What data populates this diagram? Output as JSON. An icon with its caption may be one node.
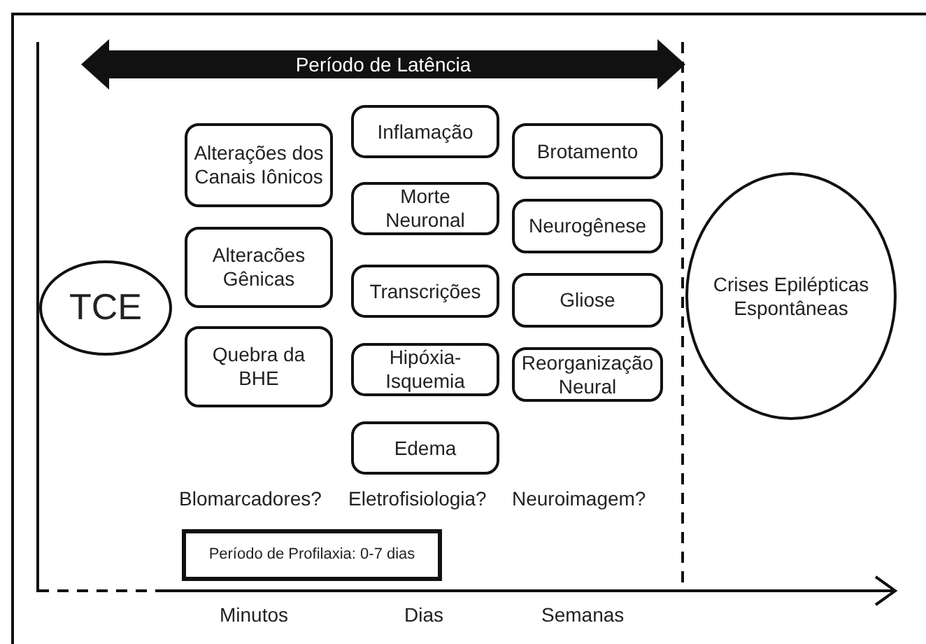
{
  "diagram": {
    "nodes": [
      {
        "text": [
          "Período de Latência"
        ]
      },
      {
        "text": [
          "Alterações dos Canais Iônicos"
        ]
      },
      {
        "text": [
          "Inflamação"
        ]
      },
      {
        "text": [
          "Brotamento"
        ]
      },
      {
        "text": [
          "Morte Neuronal"
        ]
      },
      {
        "text": [
          "Neurogênese"
        ]
      },
      {
        "text": [
          "TCE"
        ]
      },
      {
        "text": [
          "Alteracões Gênicas"
        ]
      },
      {
        "text": [
          "Transcrições"
        ]
      },
      {
        "text": [
          "Gliose"
        ]
      },
      {
        "text": [
          "Quebra da BHE"
        ]
      },
      {
        "text": [
          "Hipóxia-Isquemia"
        ]
      },
      {
        "text": [
          "Reorganização Neural"
        ]
      },
      {
        "text": [
          "Crises Epilépticas Espontâneas"
        ]
      },
      {
        "text": [
          "Edema"
        ]
      },
      {
        "text": [
          "Período de Profilaxia: 0-7 dias"
        ]
      }
    ],
    "edges": [],
    "labels": [
      "Blomarcadores?",
      "Eletrofisiologia?",
      "Neuroimagem?",
      "Minutos",
      "Dias",
      "Semanas"
    ]
  }
}
